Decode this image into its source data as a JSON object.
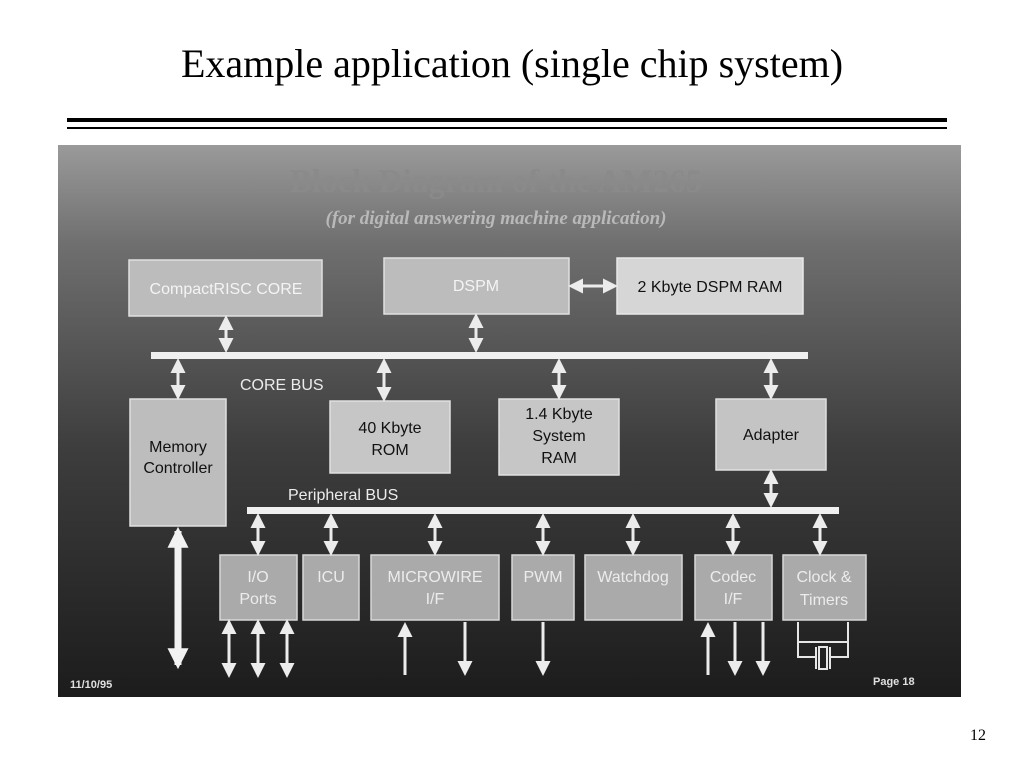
{
  "slide": {
    "title": "Example application (single chip system)",
    "page_number": "12"
  },
  "diagram": {
    "heading": "Block Diagram of the AM265",
    "subheading": "(for digital answering machine application)",
    "blocks": {
      "compactrisc": "CompactRISC CORE",
      "dspm": "DSPM",
      "dspm_ram": "2 Kbyte DSPM RAM",
      "memctl_1": "Memory",
      "memctl_2": "Controller",
      "rom_1": "40 Kbyte",
      "rom_2": "ROM",
      "sysram_1": "1.4 Kbyte",
      "sysram_2": "System",
      "sysram_3": "RAM",
      "adapter": "Adapter",
      "io_1": "I/O",
      "io_2": "Ports",
      "icu": "ICU",
      "microwire_1": "MICROWIRE",
      "microwire_2": "I/F",
      "pwm": "PWM",
      "watchdog": "Watchdog",
      "codec_1": "Codec",
      "codec_2": "I/F",
      "clock_1": "Clock &",
      "clock_2": "Timers"
    },
    "buses": {
      "core": "CORE BUS",
      "peripheral": "Peripheral BUS"
    },
    "footer": {
      "date": "11/10/95",
      "page": "Page 18"
    }
  }
}
